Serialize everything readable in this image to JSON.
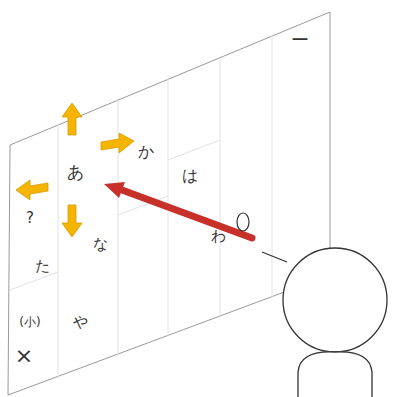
{
  "diagram": {
    "labels": [
      "ー",
      "か",
      "あ",
      "は",
      "?",
      "な",
      "た",
      "わ",
      "(小)",
      "や",
      "×"
    ]
  }
}
